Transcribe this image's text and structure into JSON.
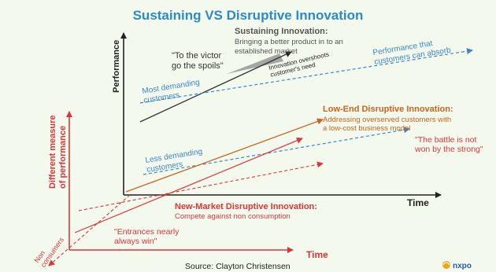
{
  "title": "Sustaining VS Disruptive Innovation",
  "colors": {
    "title": "#2a8bc8",
    "black": "#222222",
    "blue": "#3b86c6",
    "orange": "#c8641e",
    "red": "#d9363a",
    "gray": "#555555",
    "shade": "#8a8a8a",
    "background": "#f4f9ee",
    "brand_orange": "#f3a21b",
    "brand_blue": "#1d5fa8"
  },
  "axes": {
    "performance": "Performance",
    "time_top": "Time",
    "different_measure": "Different measure\nof performance",
    "time_bottom": "Time"
  },
  "sustaining": {
    "title": "Sustaining Innovation:",
    "desc": "Bringing a better product in to an\nestablished market"
  },
  "victor_quote": "\"To the victor\ngo the spoils\"",
  "overshoot_note": "Innovation overshoots\ncustomer's need",
  "absorb_label": "Performance that\ncustomers can absorb",
  "most_demanding": "Most demanding\ncustomers",
  "less_demanding": "Less demanding\ncustomers",
  "low_end": {
    "title": "Low-End Disruptive Innovation:",
    "desc": "Addressing overserved customers with\na low-cost business model"
  },
  "battle_quote": "\"The battle is not\nwon by the strong\"",
  "new_market": {
    "title": "New-Market Disruptive Innovation:",
    "desc": "Compete against non consumption"
  },
  "entrances_quote": "\"Entrances nearly\nalways win\"",
  "non_consumers": "Non\nconsumers",
  "source": "Source: Clayton Christensen",
  "brand": "nxpo"
}
